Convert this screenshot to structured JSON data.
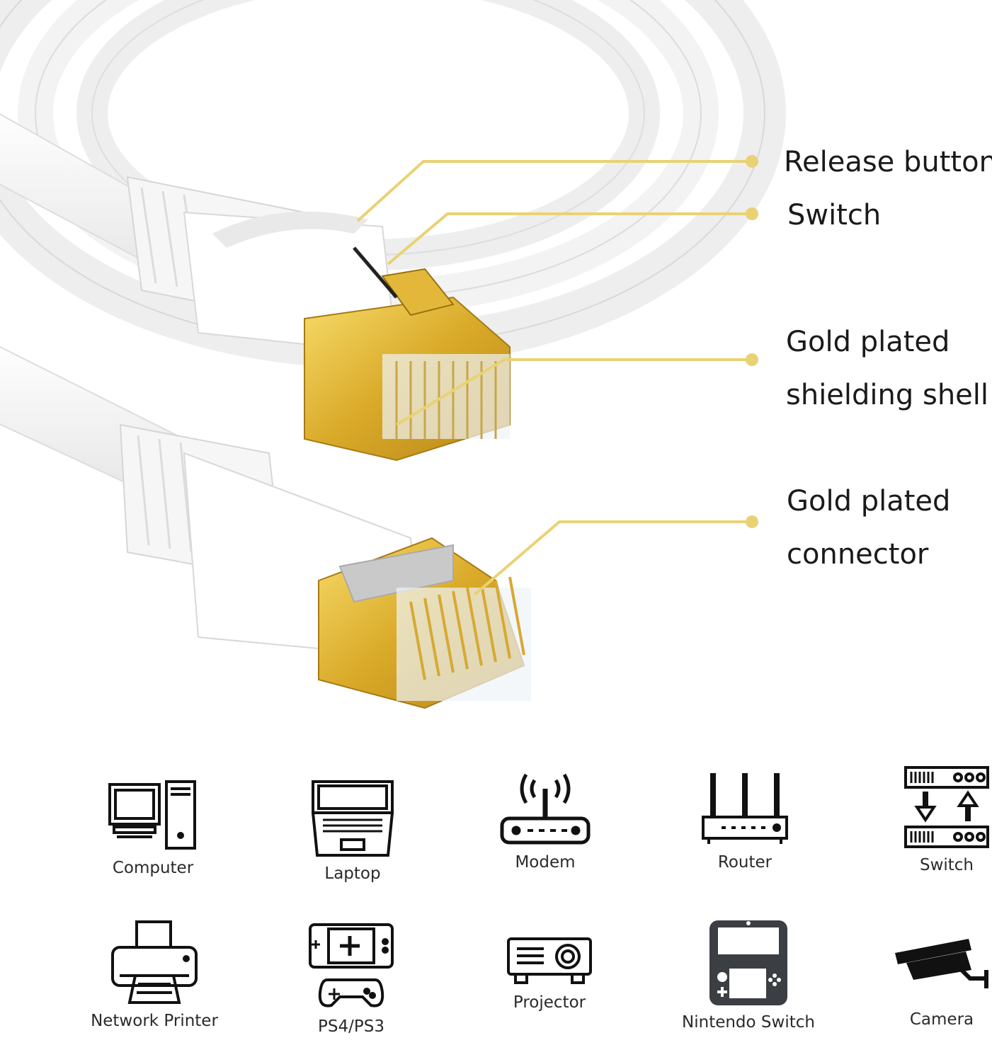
{
  "callouts": [
    {
      "lines": [
        "Release button"
      ]
    },
    {
      "lines": [
        "Switch"
      ]
    },
    {
      "lines": [
        "Gold plated",
        "shielding shell"
      ]
    },
    {
      "lines": [
        "Gold plated",
        "connector"
      ]
    }
  ],
  "accent_colors": {
    "callout_line": "#e9d274",
    "gold": "#d9a928",
    "cable": "#f4f4f4"
  },
  "devices": [
    {
      "label": "Computer",
      "icon": "computer-icon"
    },
    {
      "label": "Laptop",
      "icon": "laptop-icon"
    },
    {
      "label": "Modem",
      "icon": "modem-icon"
    },
    {
      "label": "Router",
      "icon": "router-icon"
    },
    {
      "label": "Switch",
      "icon": "network-switch-icon"
    },
    {
      "label": "Network Printer",
      "icon": "printer-icon"
    },
    {
      "label": "PS4/PS3",
      "icon": "game-console-icon"
    },
    {
      "label": "Projector",
      "icon": "projector-icon"
    },
    {
      "label": "Nintendo Switch",
      "icon": "nintendo-handheld-icon"
    },
    {
      "label": "Camera",
      "icon": "security-camera-icon"
    }
  ]
}
